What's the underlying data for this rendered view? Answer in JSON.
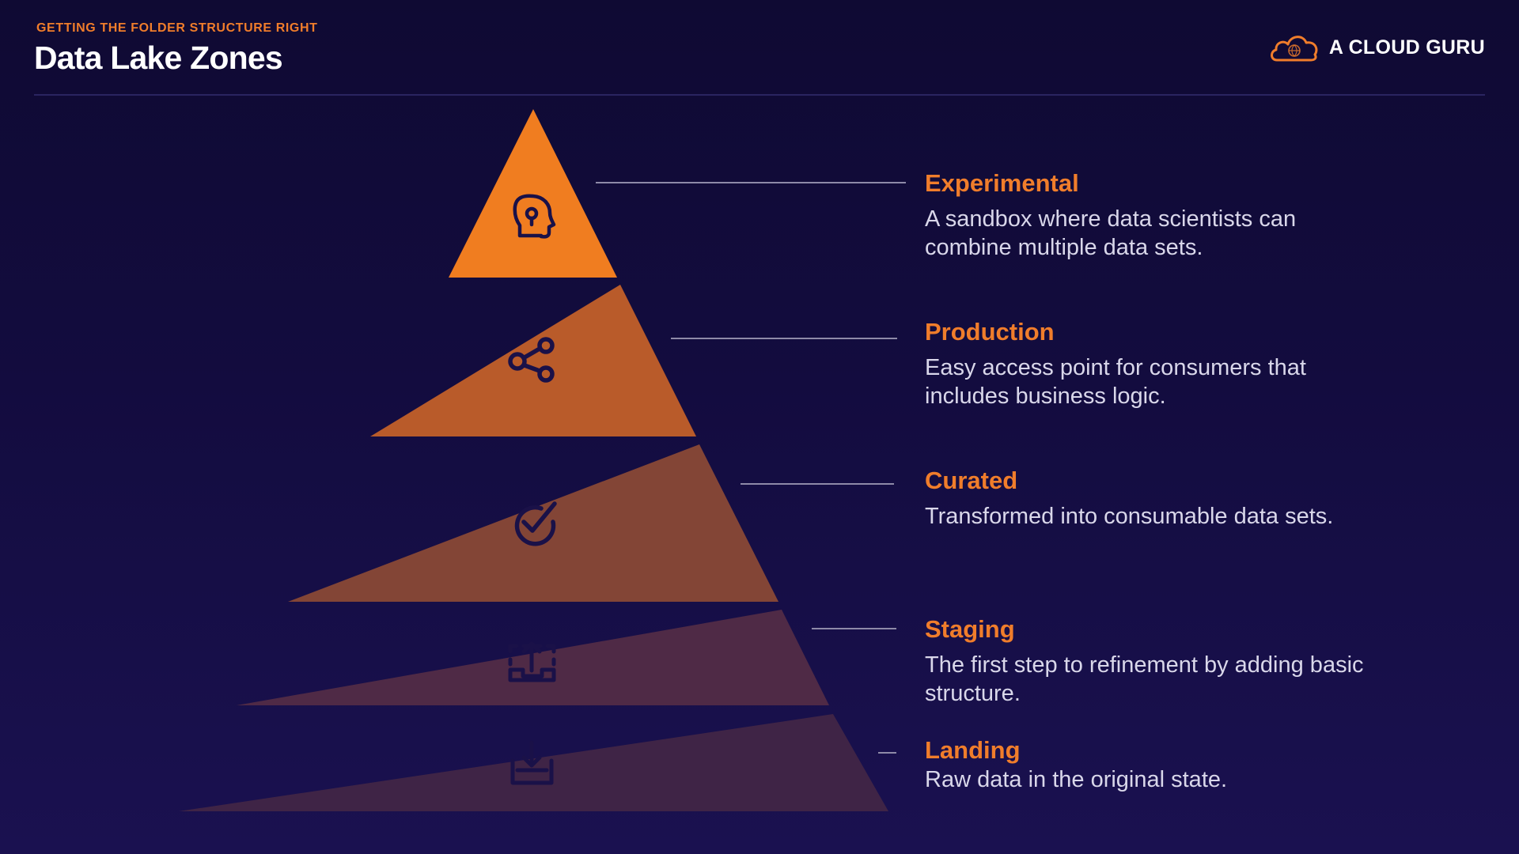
{
  "header": {
    "kicker": "GETTING THE FOLDER STRUCTURE RIGHT",
    "title": "Data Lake Zones"
  },
  "brand": {
    "name": "A CLOUD GURU",
    "logo_icon": "cloud-logo-icon"
  },
  "colors": {
    "accent": "#f07d2b",
    "tier_experimental": "#f07d20",
    "tier_production": "#b95b2a",
    "tier_curated": "#834536",
    "tier_staging": "#4f2a46",
    "tier_landing": "#3f2446",
    "icon_stroke": "#1a1148",
    "background_top": "#0f0a33"
  },
  "zones": [
    {
      "name": "Experimental",
      "description": "A sandbox where data scientists can combine multiple data sets.",
      "icon": "head-lightbulb-icon"
    },
    {
      "name": "Production",
      "description": "Easy access point for consumers that includes business logic.",
      "icon": "share-icon"
    },
    {
      "name": "Curated",
      "description": "Transformed into consumable data sets.",
      "icon": "check-circle-icon"
    },
    {
      "name": "Staging",
      "description": "The first step to refinement by adding basic structure.",
      "icon": "upload-box-icon"
    },
    {
      "name": "Landing",
      "description": "Raw data in the original state.",
      "icon": "download-tray-icon"
    }
  ]
}
